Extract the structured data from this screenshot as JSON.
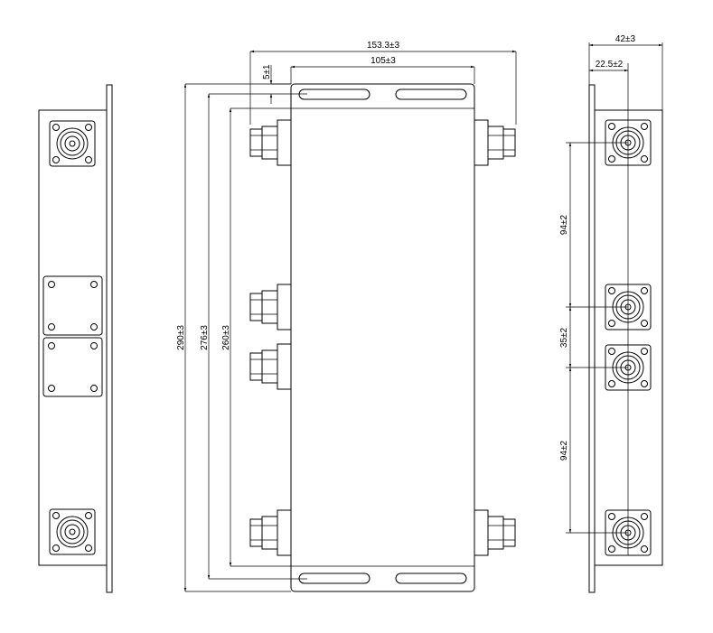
{
  "dimensions": {
    "overall_width": "153.3±3",
    "body_width": "105±3",
    "flange_offset": "5±1",
    "overall_length": "290±3",
    "hole_spacing": "276±3",
    "body_length": "260±3",
    "depth": "42±3",
    "connector_offset": "22.5±2",
    "port_spacing_upper": "94±2",
    "port_spacing_middle": "35±2",
    "port_spacing_lower": "94±2"
  }
}
